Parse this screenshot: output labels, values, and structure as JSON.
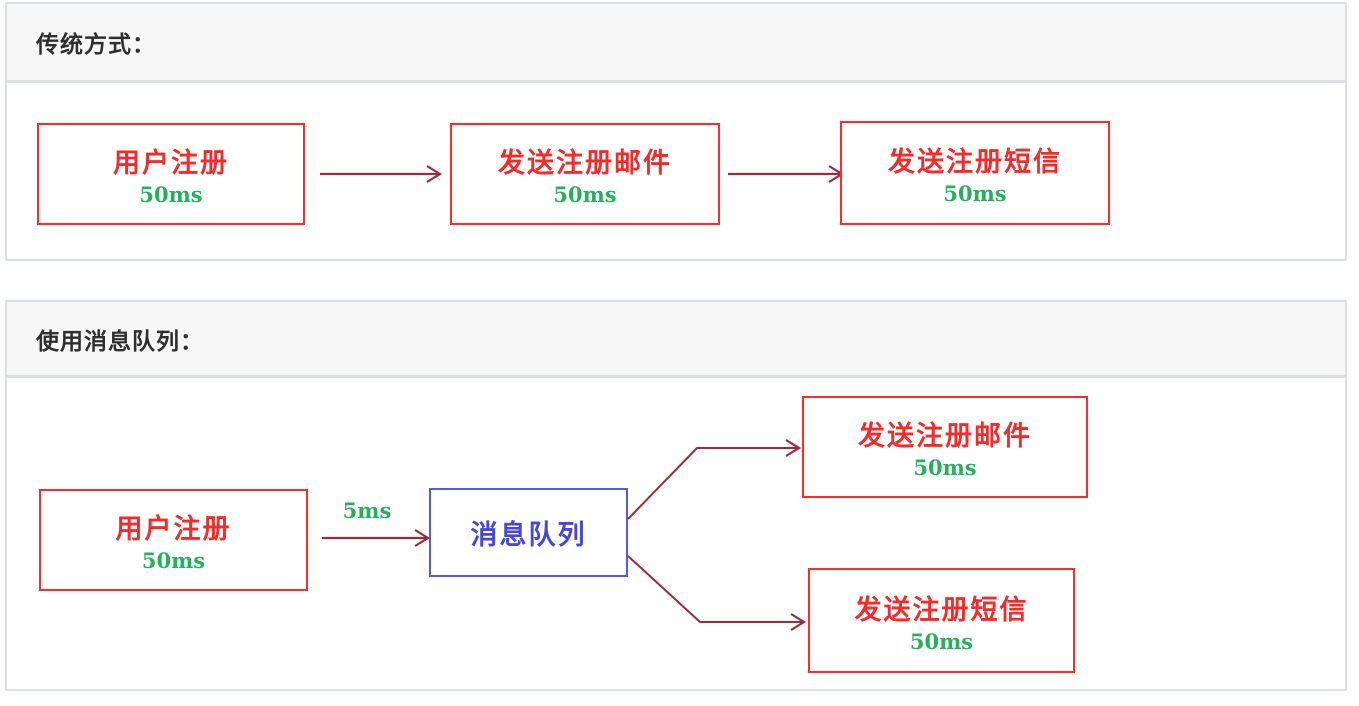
{
  "section1": {
    "title": "传统方式：",
    "box_user": {
      "label": "用户注册",
      "time": "50ms"
    },
    "box_email": {
      "label": "发送注册邮件",
      "time": "50ms"
    },
    "box_sms": {
      "label": "发送注册短信",
      "time": "50ms"
    }
  },
  "section2": {
    "title": "使用消息队列：",
    "box_user": {
      "label": "用户注册",
      "time": "50ms"
    },
    "arrow_label": "5ms",
    "box_mq": {
      "label": "消息队列"
    },
    "box_email": {
      "label": "发送注册邮件",
      "time": "50ms"
    },
    "box_sms": {
      "label": "发送注册短信",
      "time": "50ms"
    }
  },
  "colors": {
    "red_box_border": "#ff2b2b",
    "red_text": "#f52a2a",
    "green_time_text": "#27b05c",
    "blue_box_border": "#5a5ae0",
    "blue_text": "#4646d8",
    "arrow": "#9b2a3c",
    "panel_border": "#dde0e3",
    "header_background": "#f7f7f8",
    "header_text": "#2f2f2f"
  }
}
